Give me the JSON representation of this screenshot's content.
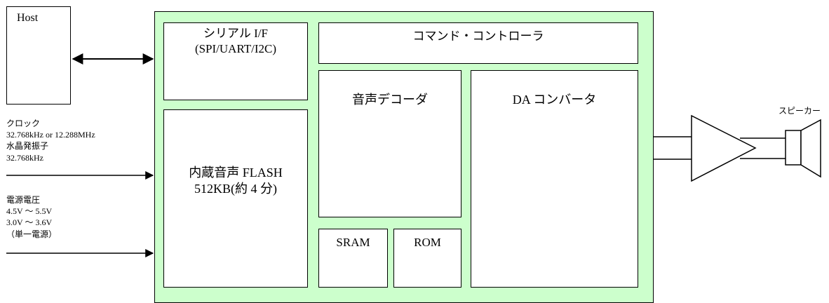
{
  "host": {
    "label": "Host"
  },
  "inputs": {
    "clock": {
      "lines": [
        "クロック",
        "32.768kHz or 12.288MHz",
        "水晶発振子",
        "32.768kHz"
      ]
    },
    "power": {
      "lines": [
        "電源電圧",
        "4.5V ～ 5.5V",
        "3.0V ～ 3.6V",
        "（単一電源）"
      ]
    }
  },
  "chip": {
    "serial_if": {
      "line1": "シリアル I/F",
      "line2": "(SPI/UART/I2C)"
    },
    "command_controller": {
      "label": "コマンド・コントローラ"
    },
    "flash": {
      "line1": "内蔵音声 FLASH",
      "line2": "512KB(約 4 分)"
    },
    "decoder": {
      "label": "音声デコーダ"
    },
    "sram": {
      "label": "SRAM"
    },
    "rom": {
      "label": "ROM"
    },
    "dac": {
      "label": "DA コンバータ"
    }
  },
  "speaker": {
    "label": "スピーカー"
  },
  "colors": {
    "chip_fill": "#ccffcc",
    "line": "#000000",
    "box_fill": "#ffffff"
  }
}
